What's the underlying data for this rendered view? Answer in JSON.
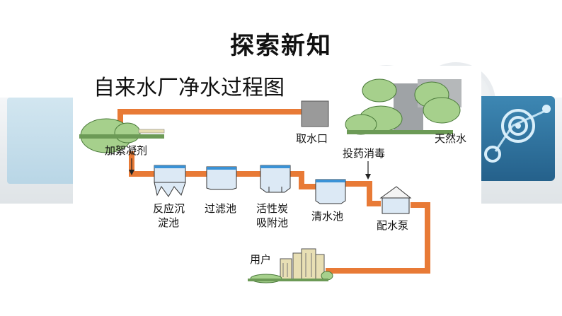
{
  "page": {
    "heading": "探索新知"
  },
  "diagram": {
    "title": "自来水厂净水过程图",
    "labels": {
      "intake": "取水口",
      "natural_water": "天然水",
      "coagulant": "加絮凝剂",
      "disinfect": "投药消毒",
      "reaction_tank_1": "反应沉",
      "reaction_tank_2": "淀池",
      "filter_tank": "过滤池",
      "carbon_tank_1": "活性炭",
      "carbon_tank_2": "吸附池",
      "clear_tank": "清水池",
      "pump": "配水泵",
      "user": "用户"
    }
  },
  "colors": {
    "pipe": "#e87a36",
    "tank": "#dce9f5",
    "water": "#3a92d6",
    "hill": "#a6d08c",
    "building": "#e8dfb4"
  }
}
